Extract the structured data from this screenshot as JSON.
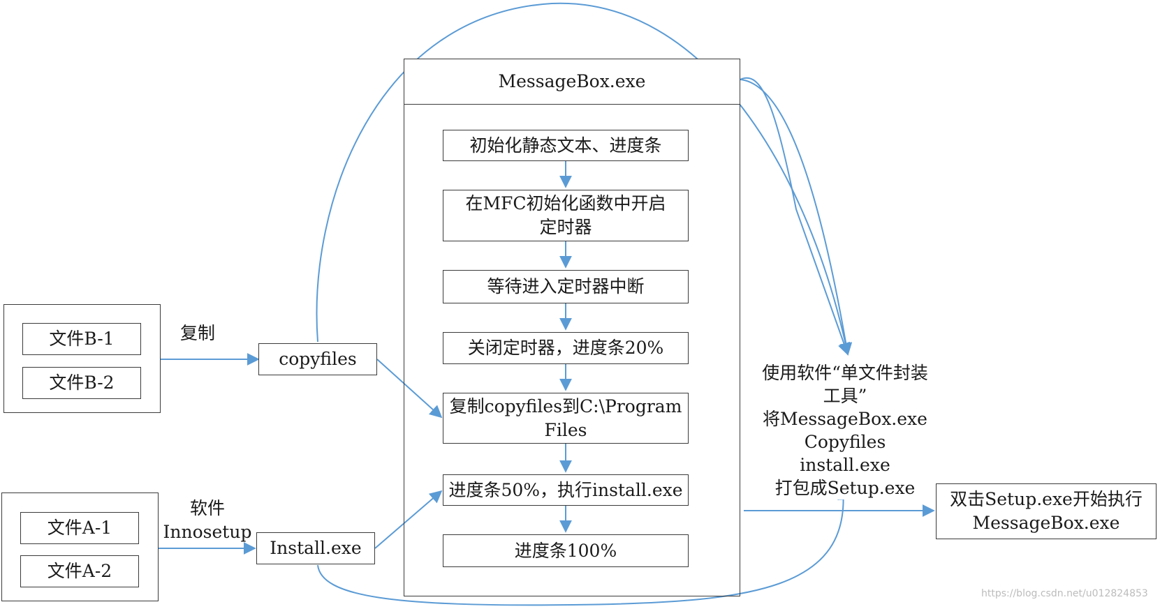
{
  "group_b": {
    "file1": "文件B-1",
    "file2": "文件B-2"
  },
  "group_a": {
    "file1": "文件A-1",
    "file2": "文件A-2"
  },
  "edge_labels": {
    "copy": "复制",
    "software_line1": "软件",
    "software_line2": "Innosetup"
  },
  "nodes": {
    "copyfiles": "copyfiles",
    "install": "Install.exe"
  },
  "messagebox": {
    "title": "MessageBox.exe",
    "steps": [
      {
        "line1": "初始化静态文本、进度条",
        "line2": ""
      },
      {
        "line1": "在MFC初始化函数中开启",
        "line2": "定时器"
      },
      {
        "line1": "等待进入定时器中断",
        "line2": ""
      },
      {
        "line1": "关闭定时器，进度条20%",
        "line2": ""
      },
      {
        "line1": "复制copyfiles到C:\\Program",
        "line2": "Files"
      },
      {
        "line1": "进度条50%，执行install.exe",
        "line2": ""
      },
      {
        "line1": "进度条100%",
        "line2": ""
      }
    ]
  },
  "packaging_note": {
    "line1": "使用软件“单文件封装",
    "line2": "工具”",
    "line3": "将MessageBox.exe",
    "line4": "Copyfiles",
    "line5": "install.exe",
    "line6": "打包成Setup.exe"
  },
  "final_node": {
    "line1": "双击Setup.exe开始执行",
    "line2": "MessageBox.exe"
  },
  "watermark": "https://blog.csdn.net/u012824853",
  "colors": {
    "arrow": "#5b9bd5",
    "border": "#3a3a3a"
  }
}
